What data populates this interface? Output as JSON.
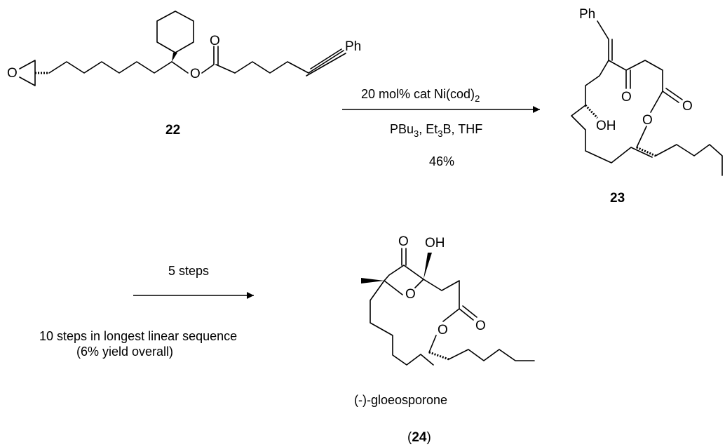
{
  "reaction1": {
    "reagent_top": "20 mol% cat Ni(cod)",
    "reagent_top_sub": "2",
    "reagent_bottom_a": "PBu",
    "reagent_bottom_a_sub": "3",
    "reagent_bottom_b": ", Et",
    "reagent_bottom_b_sub": "3",
    "reagent_bottom_c": "B, THF",
    "yield": "46%"
  },
  "reaction2": {
    "label": "5 steps",
    "note_line1": "10 steps in longest linear sequence",
    "note_line2": "(6% yield overall)"
  },
  "compounds": {
    "c22": {
      "number": "22"
    },
    "c23": {
      "number": "23"
    },
    "c24": {
      "name": "(-)-gloeosporone",
      "paren_open": "(",
      "number": "24",
      "paren_close": ")"
    }
  },
  "atoms": {
    "ph": "Ph",
    "o": "O",
    "oh": "OH"
  }
}
